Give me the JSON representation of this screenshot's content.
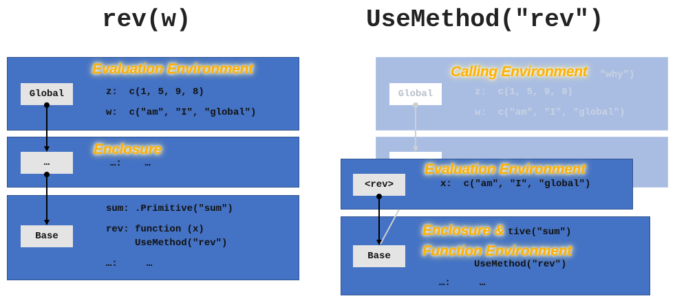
{
  "left": {
    "title": "rev(w)",
    "eval": {
      "label": "Evaluation Environment",
      "tag": "Global",
      "lines": [
        "z:  c(1, 5, 9, 8)",
        "w:  c(\"am\", \"I\", \"global\")"
      ]
    },
    "enclosure": {
      "label": "Enclosure",
      "tag": "…",
      "lines": [
        "…:    …"
      ]
    },
    "base": {
      "tag": "Base",
      "lines": [
        "sum: .Primitive(\"sum\")",
        "rev: function (x)",
        "     UseMethod(\"rev\")",
        "…:     …"
      ]
    }
  },
  "right": {
    "title": "UseMethod(\"rev\")",
    "calling": {
      "label": "Calling Environment",
      "partial": "\"why\")",
      "tag": "Global",
      "lines": [
        "z:  c(1, 5, 9, 8)",
        "w:  c(\"am\", \"I\", \"global\")"
      ]
    },
    "eval": {
      "label": "Evaluation Environment",
      "tag": "<rev>",
      "lines": [
        "x:  c(\"am\", \"I\", \"global\")"
      ]
    },
    "enclosure": {
      "label_line1": "Enclosure &",
      "label_line2": "Function Environment",
      "tag": "Base",
      "partial": "tive(\"sum\")",
      "lines": [
        "UseMethod(\"rev\")",
        "…:     …"
      ]
    }
  }
}
